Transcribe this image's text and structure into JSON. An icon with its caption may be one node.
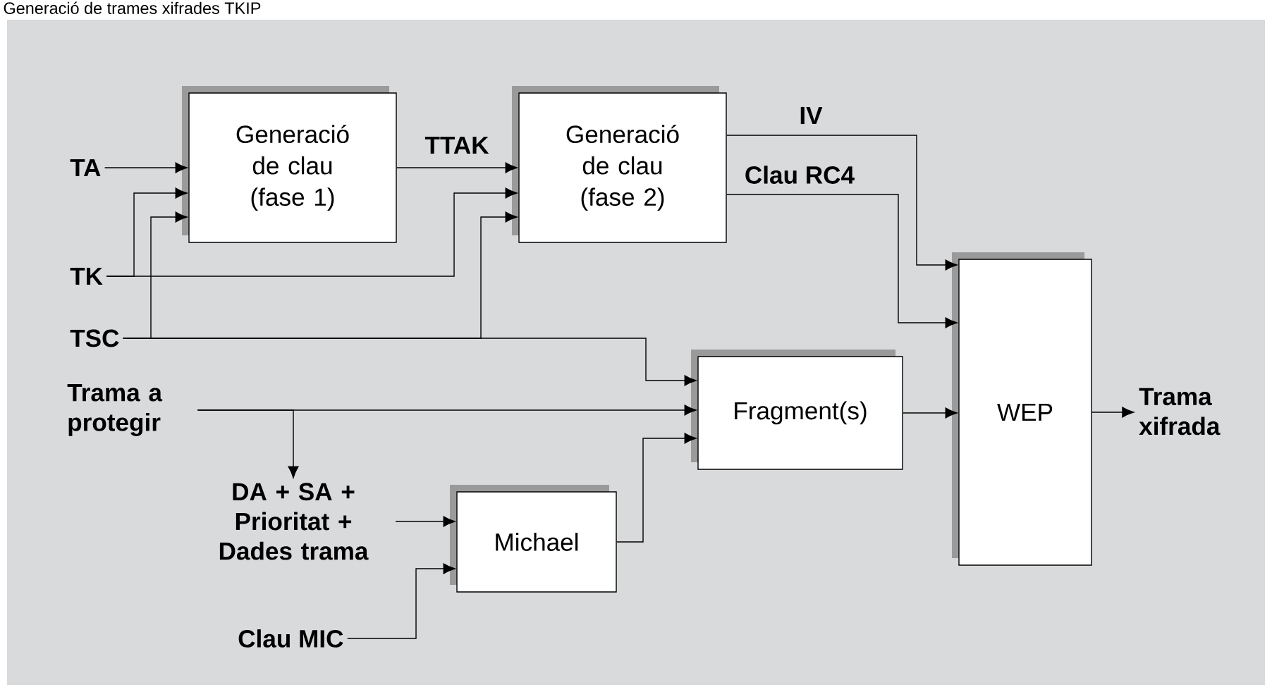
{
  "diagram": {
    "title": "Generació de trames xifrades TKIP",
    "nodes": [
      {
        "text": [
          "Generació de clau (fase 1)"
        ]
      },
      {
        "text": [
          "Generació de clau (fase 2)"
        ]
      },
      {
        "text": [
          "Fragment(s)"
        ]
      },
      {
        "text": [
          "WEP"
        ]
      },
      {
        "text": [
          "Michael"
        ]
      },
      {
        "text": [
          "TA"
        ]
      },
      {
        "text": [
          "TK"
        ]
      },
      {
        "text": [
          "TSC"
        ]
      },
      {
        "text": [
          "Trama a protegir"
        ]
      },
      {
        "text": [
          "DA + SA + Prioritat + Dades trama"
        ]
      },
      {
        "text": [
          "Clau MIC"
        ]
      },
      {
        "text": [
          "Trama xifrada"
        ]
      }
    ],
    "edges": [
      {
        "from": 5,
        "to": 0,
        "arrow": "to"
      },
      {
        "from": 6,
        "to": 0,
        "arrow": "to"
      },
      {
        "from": 7,
        "to": 0,
        "arrow": "to"
      },
      {
        "from": 6,
        "to": 1,
        "arrow": "to"
      },
      {
        "from": 7,
        "to": 1,
        "arrow": "to"
      },
      {
        "from": 0,
        "to": 1,
        "arrow": "to",
        "label": "TTAK"
      },
      {
        "from": 1,
        "to": 3,
        "arrow": "to",
        "label": "IV"
      },
      {
        "from": 1,
        "to": 3,
        "arrow": "to",
        "label": "Clau RC4"
      },
      {
        "from": 7,
        "to": 2,
        "arrow": "to"
      },
      {
        "from": 8,
        "to": 2,
        "arrow": "to"
      },
      {
        "from": 8,
        "to": 9,
        "arrow": "to"
      },
      {
        "from": 9,
        "to": 4,
        "arrow": "to"
      },
      {
        "from": 10,
        "to": 4,
        "arrow": "to"
      },
      {
        "from": 4,
        "to": 2,
        "arrow": "to"
      },
      {
        "from": 2,
        "to": 3,
        "arrow": "to"
      },
      {
        "from": 3,
        "to": 11,
        "arrow": "to"
      }
    ]
  }
}
